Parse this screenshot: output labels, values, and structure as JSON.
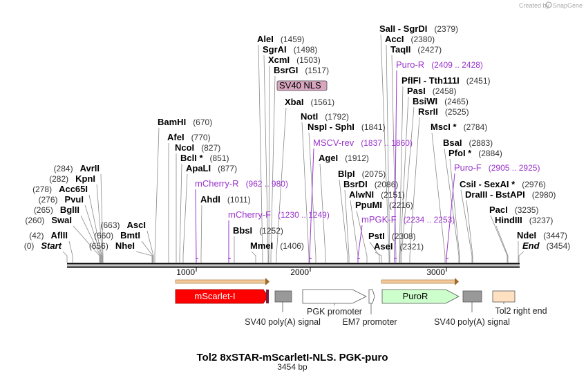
{
  "brand": {
    "created_by": "Created by",
    "name": "SnapGene"
  },
  "title": "Tol2 8xSTAR-mScarletI-NLS. PGK-puro",
  "subtitle": "3454 bp",
  "map": {
    "ticks": [
      {
        "label": "1000"
      },
      {
        "label": "2000"
      },
      {
        "label": "3000"
      }
    ]
  },
  "sites": [
    {
      "name": "Start",
      "pos": "(0)",
      "italic": true
    },
    {
      "name": "AflII",
      "pos": "(42)"
    },
    {
      "name": "SwaI",
      "pos": "(260)"
    },
    {
      "name": "BglII",
      "pos": "(265)"
    },
    {
      "name": "PvuI",
      "pos": "(276)"
    },
    {
      "name": "Acc65I",
      "pos": "(278)"
    },
    {
      "name": "KpnI",
      "pos": "(282)"
    },
    {
      "name": "AvrII",
      "pos": "(284)"
    },
    {
      "name": "NheI",
      "pos": "(656)"
    },
    {
      "name": "BmtI",
      "pos": "(660)"
    },
    {
      "name": "AscI",
      "pos": "(663)"
    },
    {
      "name": "BamHI",
      "pos": "(670)"
    },
    {
      "name": "AfeI",
      "pos": "(770)"
    },
    {
      "name": "NcoI",
      "pos": "(827)"
    },
    {
      "name": "BclI *",
      "pos": "(851)"
    },
    {
      "name": "ApaLI",
      "pos": "(877)"
    },
    {
      "name": "AhdI",
      "pos": "(1011)"
    },
    {
      "name": "BbsI",
      "pos": "(1252)"
    },
    {
      "name": "MmeI",
      "pos": "(1406)"
    },
    {
      "name": "AleI",
      "pos": "(1459)"
    },
    {
      "name": "SgrAI",
      "pos": "(1498)"
    },
    {
      "name": "XcmI",
      "pos": "(1503)"
    },
    {
      "name": "BsrGI",
      "pos": "(1517)"
    },
    {
      "name": "XbaI",
      "pos": "(1561)"
    },
    {
      "name": "NotI",
      "pos": "(1792)"
    },
    {
      "name": "NspI  -  SphI",
      "pos": "(1841)"
    },
    {
      "name": "AgeI",
      "pos": "(1912)"
    },
    {
      "name": "BlpI",
      "pos": "(2075)"
    },
    {
      "name": "BsrDI",
      "pos": "(2086)"
    },
    {
      "name": "AlwNI",
      "pos": "(2151)"
    },
    {
      "name": "PpuMI",
      "pos": "(2216)"
    },
    {
      "name": "PstI",
      "pos": "(2308)"
    },
    {
      "name": "AseI",
      "pos": "(2321)"
    },
    {
      "name": "SalI  -  SgrDI",
      "pos": "(2379)"
    },
    {
      "name": "AccI",
      "pos": "(2380)"
    },
    {
      "name": "TaqII",
      "pos": "(2427)"
    },
    {
      "name": "PflFI  -  Tth111I",
      "pos": "(2451)"
    },
    {
      "name": "PasI",
      "pos": "(2458)"
    },
    {
      "name": "BsiWI",
      "pos": "(2465)"
    },
    {
      "name": "RsrII",
      "pos": "(2525)"
    },
    {
      "name": "MscI *",
      "pos": "(2784)"
    },
    {
      "name": "BsaI",
      "pos": "(2883)"
    },
    {
      "name": "PfoI *",
      "pos": "(2884)"
    },
    {
      "name": "CsiI  -  SexAI *",
      "pos": "(2976)"
    },
    {
      "name": "DraIII  -  BstAPI",
      "pos": "(2980)"
    },
    {
      "name": "PacI",
      "pos": "(3235)"
    },
    {
      "name": "HindIII",
      "pos": "(3237)"
    },
    {
      "name": "NdeI",
      "pos": "(3447)"
    },
    {
      "name": "End",
      "pos": "(3454)",
      "italic": true
    }
  ],
  "primers": [
    {
      "name": "mCherry-R",
      "range": "(962 .. 980)"
    },
    {
      "name": "mCherry-F",
      "range": "(1230 .. 1249)"
    },
    {
      "name": "MSCV-rev",
      "range": "(1837 .. 1860)"
    },
    {
      "name": "mPGK-F",
      "range": "(2234 .. 2253)"
    },
    {
      "name": "Puro-R",
      "range": "(2409 .. 2428)"
    },
    {
      "name": "Puro-F",
      "range": "(2905 .. 2925)"
    }
  ],
  "features": {
    "sv40_nls": "SV40 NLS",
    "mscarlet": "mScarlet-I",
    "sv40_polya_1": "SV40 poly(A) signal",
    "pgk_promoter": "PGK promoter",
    "em7_promoter": "EM7 promoter",
    "puror": "PuroR",
    "sv40_polya_2": "SV40 poly(A) signal",
    "tol2_right_end": "Tol2 right end"
  },
  "colors": {
    "mscarlet": "#ff0000",
    "puror": "#ccffcc",
    "sv40_polya": "#999999",
    "tol2": "#ffe0c0",
    "sv40_nls": "#d9a6c0",
    "orf_arrow": "#e8a040",
    "primer": "#9a33cc"
  }
}
